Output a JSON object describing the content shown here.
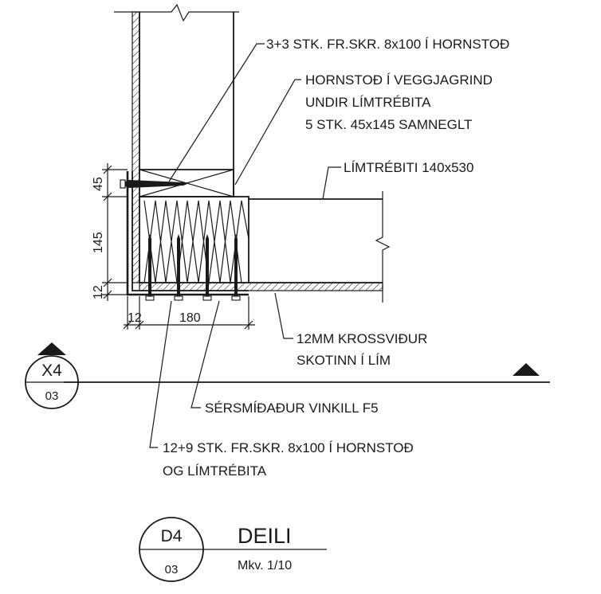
{
  "labels": {
    "screws_top": "3+3 STK. FR.SKR. 8x100 Í HORNSTOÐ",
    "corner_post_1": "HORNSTOÐ Í VEGGJAGRIND",
    "corner_post_2": "UNDIR LÍMTRÉBITA",
    "corner_post_3": "5 STK. 45x145 SAMNEGLT",
    "glulam_beam": "LÍMTRÉBITI 140x530",
    "plywood_1": "12MM KROSSVIÐUR",
    "plywood_2": "SKOTINN Í LÍM",
    "bracket": "SÉRSMÍÐAÐUR VINKILL F5",
    "screws_bottom_1": "12+9 STK. FR.SKR. 8x100 Í HORNSTOÐ",
    "screws_bottom_2": "OG LÍMTRÉBITA"
  },
  "dimensions": {
    "v_45": "45",
    "v_145": "145",
    "v_12": "12",
    "h_12": "12",
    "h_180": "180"
  },
  "section_marker": {
    "id": "X4",
    "sheet": "03"
  },
  "detail_title": {
    "id": "D4",
    "sheet": "03",
    "name": "DEILI",
    "scale": "Mkv. 1/10"
  }
}
